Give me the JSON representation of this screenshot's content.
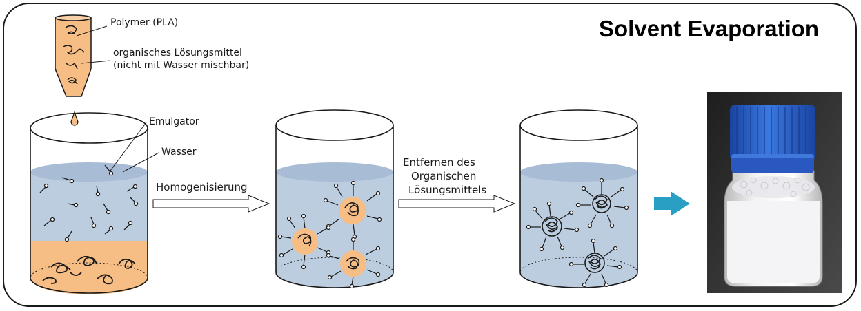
{
  "title": "Solvent Evaporation",
  "labels": {
    "polymer": "Polymer (PLA)",
    "solvent_line1": "organisches Lösungsmittel",
    "solvent_line2": "(nicht mit Wasser mischbar)",
    "emulsifier": "Emulgator",
    "water": "Wasser",
    "homogenization": "Homogenisierung",
    "removal_line1": "Entfernen des",
    "removal_line2": "Organischen",
    "removal_line3": "Lösungsmittels"
  },
  "colors": {
    "water": "#bccde0",
    "water_surface": "#a8bcd6",
    "organic_phase": "#f6bd85",
    "arrow_teal": "#2a9fc4",
    "cap_blue": "#2a62c8",
    "outline": "#1a1a1a"
  }
}
